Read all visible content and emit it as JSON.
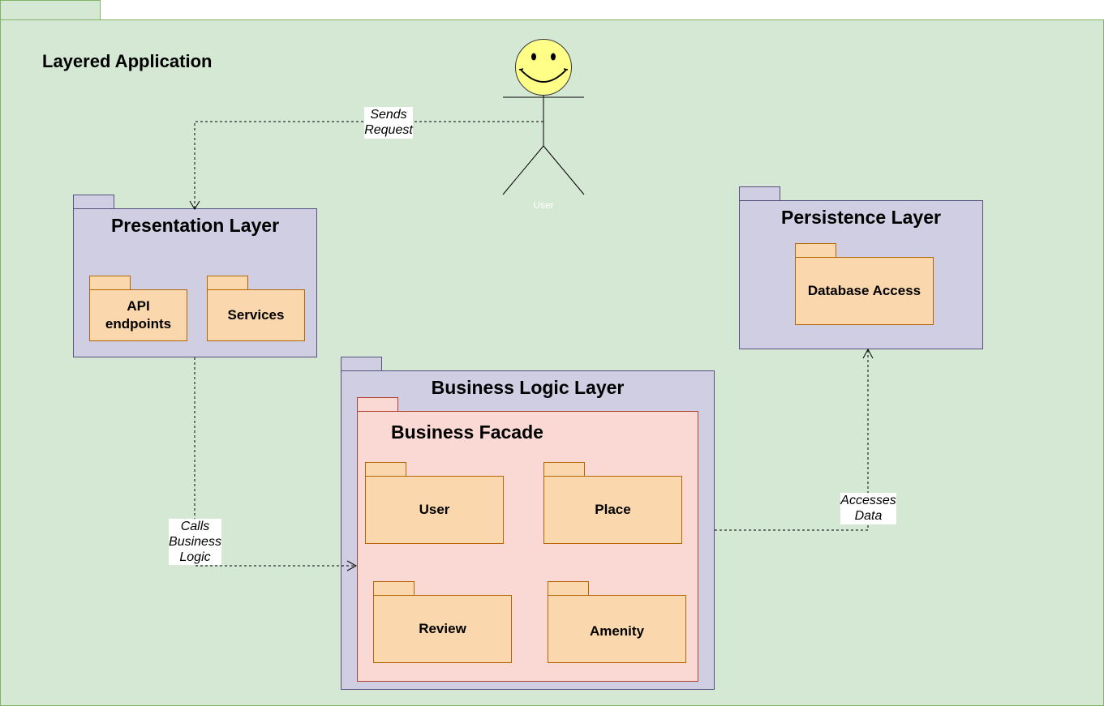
{
  "diagram": {
    "title": "Layered Application",
    "actor": {
      "label": "User"
    },
    "presentation": {
      "title": "Presentation Layer",
      "packages": [
        "API endpoints",
        "Services"
      ]
    },
    "persistence": {
      "title": "Persistence Layer",
      "packages": [
        "Database Access"
      ]
    },
    "business": {
      "title": "Business Logic Layer",
      "facade": {
        "title": "Business Facade",
        "packages": [
          "User",
          "Place",
          "Review",
          "Amenity"
        ]
      }
    },
    "edges": {
      "sends_request": "Sends Request",
      "calls_business_logic": "Calls Business Logic",
      "accesses_data": "Accesses Data"
    },
    "colors": {
      "frame_fill": "#d5e8d4",
      "frame_border": "#82b366",
      "layer_fill": "#d0cee2",
      "layer_border": "#56517e",
      "package_fill": "#fad7ac",
      "package_border": "#b46504",
      "facade_fill": "#fad9d5",
      "facade_border": "#ae4132",
      "actor_head": "#ffff88"
    }
  }
}
